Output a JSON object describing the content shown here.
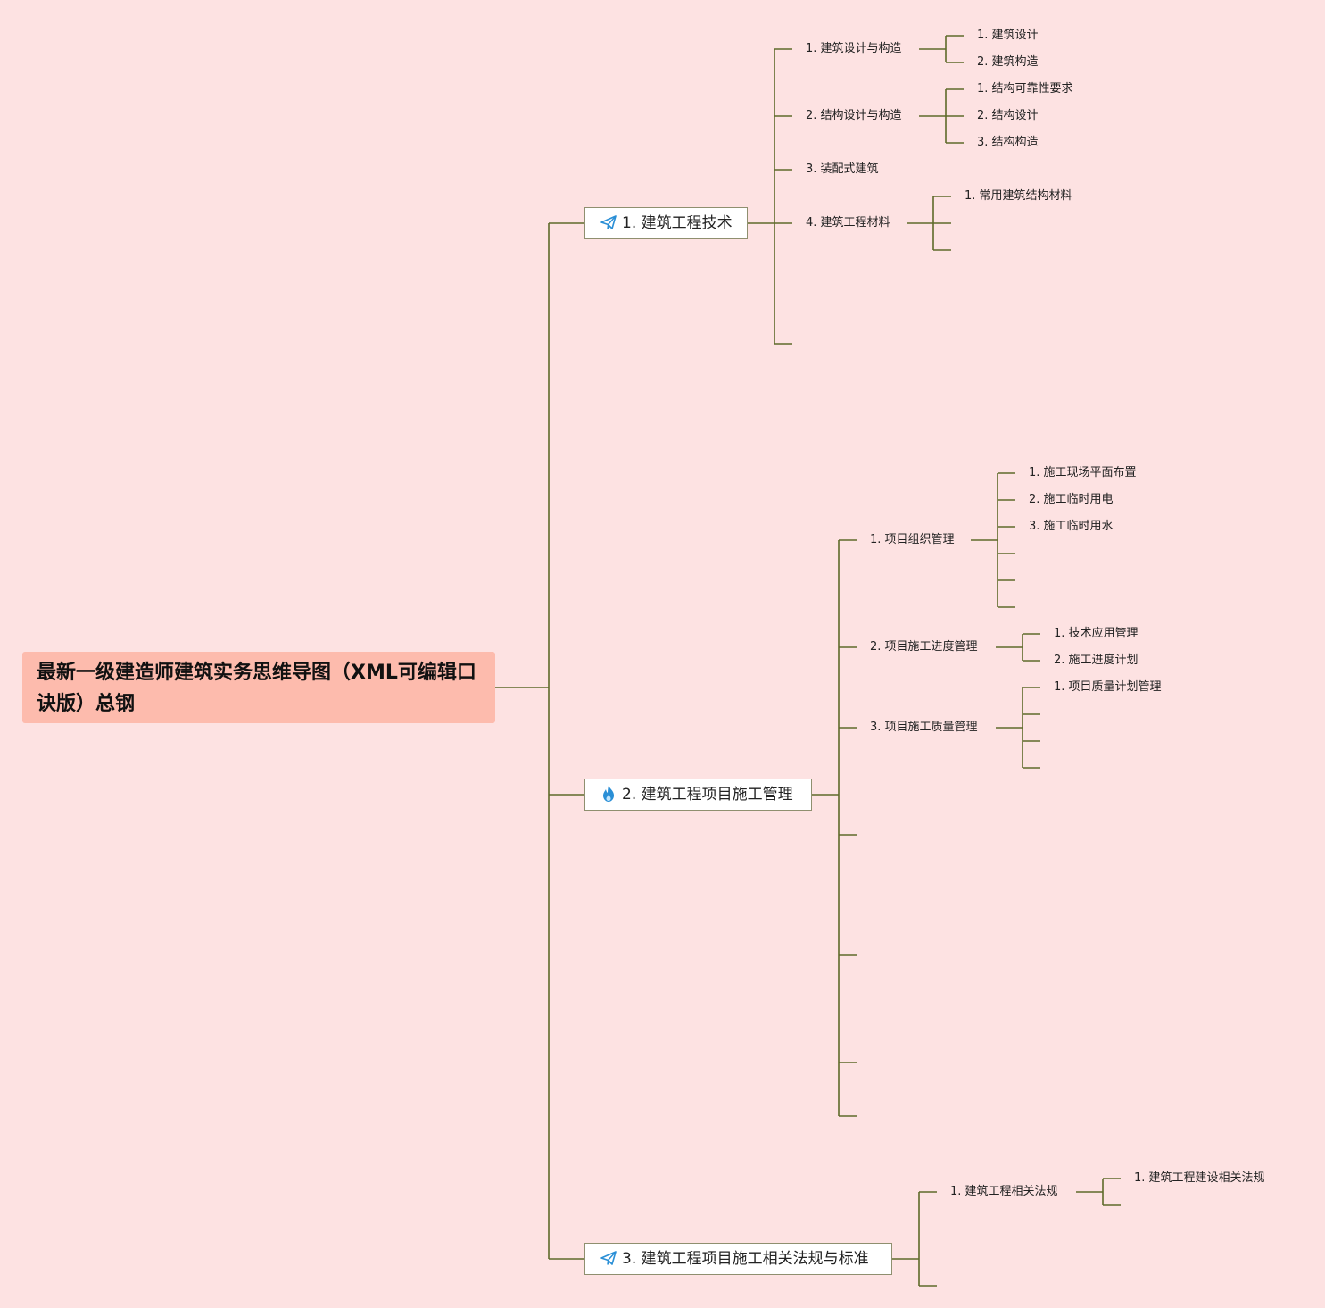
{
  "root": {
    "title": "最新一级建造师建筑实务思维导图（XML可编辑口诀版）总钢"
  },
  "branch1": {
    "label": "1. 建筑工程技术",
    "icon": "paper-plane-icon",
    "children": [
      {
        "label": "1. 建筑设计与构造",
        "children": [
          "1. 建筑设计",
          "2. 建筑构造"
        ]
      },
      {
        "label": "2. 结构设计与构造",
        "children": [
          "1. 结构可靠性要求",
          "2. 结构设计",
          "3. 结构构造"
        ]
      },
      {
        "label": "3. 装配式建筑"
      },
      {
        "label": "4. 建筑工程材料",
        "children": [
          "1. 常用建筑结构材料"
        ]
      }
    ]
  },
  "branch2": {
    "label": "2. 建筑工程项目施工管理",
    "icon": "flame-icon",
    "children": [
      {
        "label": "1. 项目组织管理",
        "children": [
          "1. 施工现场平面布置",
          "2. 施工临时用电",
          "3. 施工临时用水"
        ]
      },
      {
        "label": "2. 项目施工进度管理",
        "children": [
          "1. 技术应用管理",
          "2. 施工进度计划"
        ]
      },
      {
        "label": "3. 项目施工质量管理",
        "children": [
          "1. 项目质量计划管理"
        ]
      }
    ]
  },
  "branch3": {
    "label": "3. 建筑工程项目施工相关法规与标准",
    "icon": "paper-plane-icon",
    "children": [
      {
        "label": "1. 建筑工程相关法规",
        "children": [
          "1. 建筑工程建设相关法规"
        ]
      }
    ]
  },
  "colors": {
    "line": "#5e6b2a",
    "root_fill": "#fdbbad",
    "background": "#fde2e2",
    "icon_blue": "#2a8fd6"
  }
}
